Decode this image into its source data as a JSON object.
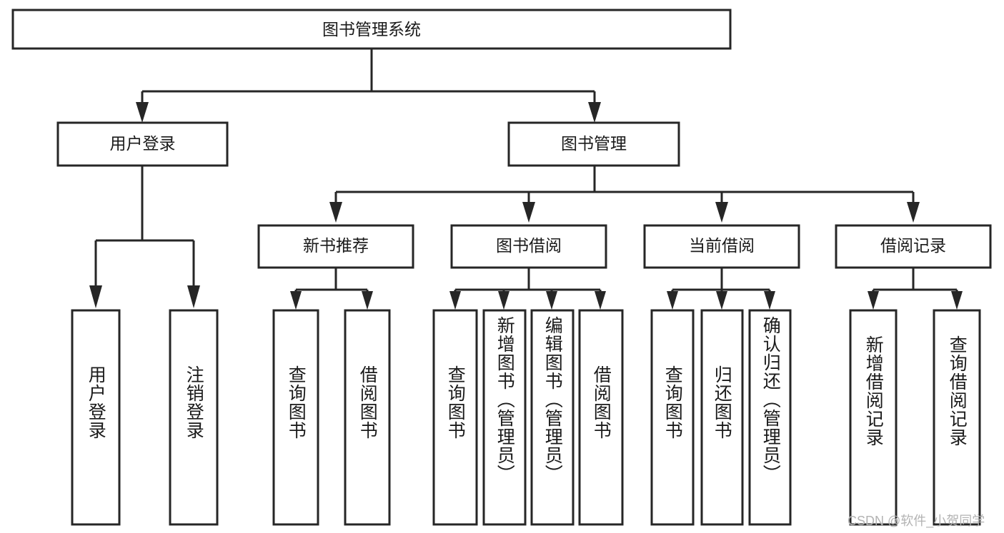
{
  "diagram": {
    "type": "tree-hierarchy-diagram",
    "title": "图书管理系统",
    "orientation": "top-down",
    "colors": {
      "box_stroke": "#262626",
      "box_fill": "#ffffff",
      "connector": "#262626",
      "text": "#1a1a1a",
      "watermark": "#b3b3b3",
      "background": "#ffffff"
    }
  },
  "nodes": {
    "root": {
      "id": "root",
      "label": "图书管理系统",
      "level": 0
    },
    "level1": [
      {
        "id": "user-login",
        "label": "用户登录",
        "level": 1
      },
      {
        "id": "book-management",
        "label": "图书管理",
        "level": 1
      }
    ],
    "level2": [
      {
        "id": "new-book-recommend",
        "label": "新书推荐",
        "level": 2,
        "parent": "book-management"
      },
      {
        "id": "book-borrow",
        "label": "图书借阅",
        "level": 2,
        "parent": "book-management"
      },
      {
        "id": "current-borrow",
        "label": "当前借阅",
        "level": 2,
        "parent": "book-management"
      },
      {
        "id": "borrow-records",
        "label": "借阅记录",
        "level": 2,
        "parent": "book-management"
      }
    ],
    "leaves": [
      {
        "id": "leaf-user-login",
        "label": "用户登录",
        "parent": "user-login"
      },
      {
        "id": "leaf-logout",
        "label": "注销登录",
        "parent": "user-login"
      },
      {
        "id": "leaf-query-book-1",
        "label": "查询图书",
        "parent": "new-book-recommend"
      },
      {
        "id": "leaf-borrow-book-1",
        "label": "借阅图书",
        "parent": "new-book-recommend"
      },
      {
        "id": "leaf-query-book-2",
        "label": "查询图书",
        "parent": "book-borrow"
      },
      {
        "id": "leaf-add-book",
        "label": "新增图书（管理员）",
        "parent": "book-borrow"
      },
      {
        "id": "leaf-edit-book",
        "label": "编辑图书（管理员）",
        "parent": "book-borrow"
      },
      {
        "id": "leaf-borrow-book-2",
        "label": "借阅图书",
        "parent": "book-borrow"
      },
      {
        "id": "leaf-query-book-3",
        "label": "查询图书",
        "parent": "current-borrow"
      },
      {
        "id": "leaf-return-book",
        "label": "归还图书",
        "parent": "current-borrow"
      },
      {
        "id": "leaf-confirm-return",
        "label": "确认归还（管理员）",
        "parent": "current-borrow"
      },
      {
        "id": "leaf-add-record",
        "label": "新增借阅记录",
        "parent": "borrow-records"
      },
      {
        "id": "leaf-query-record",
        "label": "查询借阅记录",
        "parent": "borrow-records"
      }
    ]
  },
  "watermark": {
    "text": "CSDN @软件_小贺同学"
  }
}
